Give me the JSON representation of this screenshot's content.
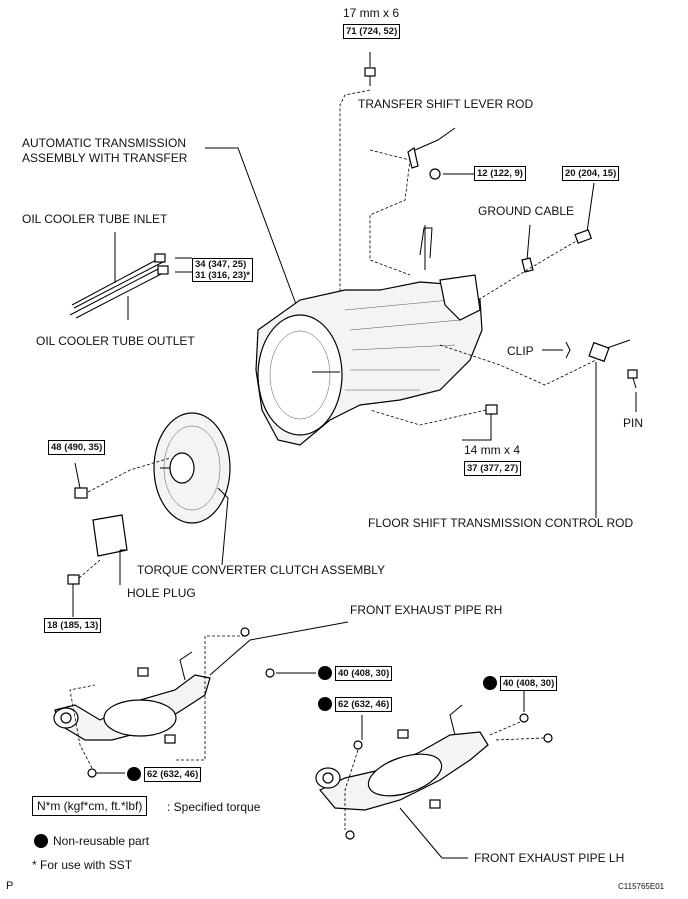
{
  "labels": {
    "bolt_size_top": "17 mm x 6",
    "transfer_shift_lever_rod": "TRANSFER SHIFT LEVER ROD",
    "at_assembly_line1": "AUTOMATIC TRANSMISSION",
    "at_assembly_line2": "ASSEMBLY WITH TRANSFER",
    "oil_cooler_inlet": "OIL COOLER TUBE INLET",
    "ground_cable": "GROUND CABLE",
    "oil_cooler_outlet": "OIL COOLER TUBE OUTLET",
    "clip": "CLIP",
    "pin": "PIN",
    "bolt_size_mid": "14 mm x 4",
    "floor_shift_rod": "FLOOR SHIFT TRANSMISSION CONTROL ROD",
    "torque_converter": "TORQUE CONVERTER CLUTCH ASSEMBLY",
    "hole_plug": "HOLE PLUG",
    "front_exhaust_rh": "FRONT EXHAUST PIPE RH",
    "front_exhaust_lh": "FRONT EXHAUST PIPE LH"
  },
  "torques": {
    "top_bolts": "71 (724, 52)",
    "shift_lever_nut": "12 (122, 9)",
    "ground_bolt": "20 (204, 15)",
    "oil_cooler_a": "34 (347, 25)",
    "oil_cooler_b": "31 (316, 23)*",
    "mid_bolts": "37 (377, 27)",
    "converter_bolt": "48 (490, 35)",
    "hole_plug_bolt": "18 (185, 13)",
    "rh_nut_upper": "40 (408, 30)",
    "rh_nut_lower": "62 (632, 46)",
    "lh_nut_upper": "40 (408, 30)",
    "lh_nut_mid": "62 (632, 46)"
  },
  "legend": {
    "torque_unit": "N*m (kgf*cm, ft.*lbf)",
    "torque_desc": ": Specified torque",
    "non_reusable": "Non-reusable part",
    "sst_note": "* For use with SST"
  },
  "footer": {
    "page_letter": "P",
    "figure_code": "C115765E01"
  }
}
